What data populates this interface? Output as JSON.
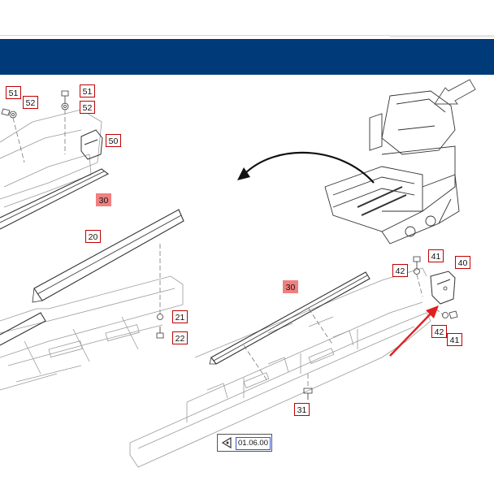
{
  "callouts": [
    {
      "id": "c51a",
      "label": "51"
    },
    {
      "id": "c52a",
      "label": "52"
    },
    {
      "id": "c51b",
      "label": "51"
    },
    {
      "id": "c52b",
      "label": "52"
    },
    {
      "id": "c50",
      "label": "50"
    },
    {
      "id": "c30a",
      "label": "30",
      "highlight": true
    },
    {
      "id": "c20",
      "label": "20"
    },
    {
      "id": "c21",
      "label": "21"
    },
    {
      "id": "c22",
      "label": "22"
    },
    {
      "id": "c30b",
      "label": "30",
      "highlight": true
    },
    {
      "id": "c31",
      "label": "31"
    },
    {
      "id": "c41a",
      "label": "41"
    },
    {
      "id": "c40",
      "label": "40"
    },
    {
      "id": "c42a",
      "label": "42"
    },
    {
      "id": "c42b",
      "label": "42"
    },
    {
      "id": "c41b",
      "label": "41"
    }
  ],
  "reference": {
    "code": "01.06.00"
  },
  "colors": {
    "header": "#003a78",
    "callout_border": "#c00000",
    "highlight": "#f08080",
    "pointer_arrow": "#e02020"
  }
}
